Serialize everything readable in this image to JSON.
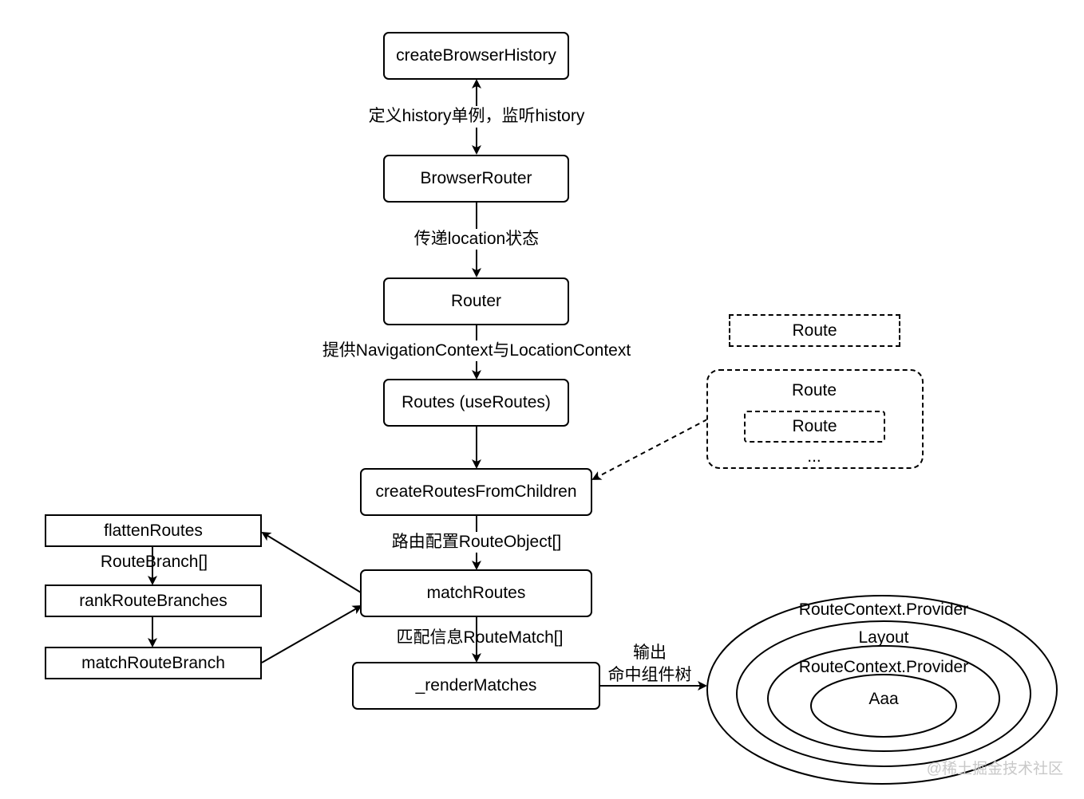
{
  "nodes": {
    "create_browser_history": "createBrowserHistory",
    "browser_router": "BrowserRouter",
    "router": "Router",
    "routes": "Routes (useRoutes)",
    "create_routes_from_children": "createRoutesFromChildren",
    "match_routes": "matchRoutes",
    "render_matches": "_renderMatches",
    "flatten_routes": "flattenRoutes",
    "rank_route_branches": "rankRouteBranches",
    "match_route_branch": "matchRouteBranch"
  },
  "edge_labels": {
    "history_singleton": "定义history单例，监听history",
    "pass_location": "传递location状态",
    "provide_contexts": "提供NavigationContext与LocationContext",
    "route_config": "路由配置RouteObject[]",
    "route_branch": "RouteBranch[]",
    "match_info": "匹配信息RouteMatch[]",
    "output_line1": "输出",
    "output_line2": "命中组件树"
  },
  "route_children": {
    "single_route": "Route",
    "group_route": "Route",
    "nested_route": "Route",
    "ellipsis": "..."
  },
  "component_tree": {
    "outer_provider": "RouteContext.Provider",
    "layout": "Layout",
    "inner_provider": "RouteContext.Provider",
    "leaf": "Aaa"
  },
  "watermark": "@稀土掘金技术社区"
}
